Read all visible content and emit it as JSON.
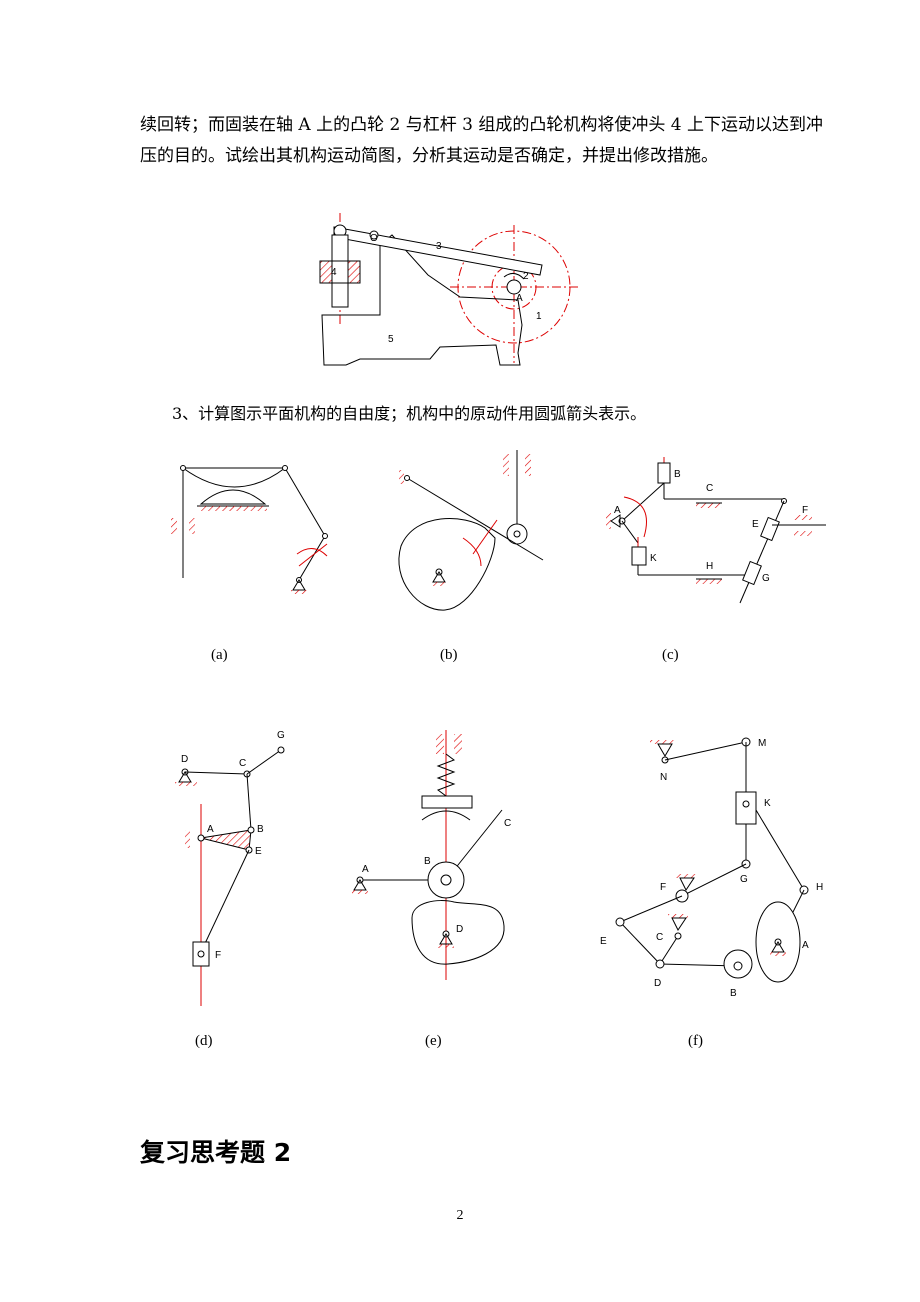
{
  "text": {
    "intro_line1": "续回转；而固装在轴 A 上的凸轮 2 与杠杆 3 组成的凸轮机构将使冲头 4 上下运动以达到冲",
    "intro_line2": "压的目的。试绘出其机构运动简图，分析其运动是否确定，并提出修改措施。",
    "question3": "3、计算图示平面机构的自由度；机构中的原动件用圆弧箭头表示。",
    "section_heading": "复习思考题 2",
    "page_number": "2"
  },
  "press_labels": {
    "shaft_o": "O",
    "lever": "3",
    "punch": "4",
    "base": "5",
    "cam": "2",
    "shaft_a": "A",
    "gear": "1"
  },
  "captions": {
    "a": "(a)",
    "b": "(b)",
    "c": "(c)",
    "d": "(d)",
    "e": "(e)",
    "f": "(f)"
  },
  "fig_c_labels": {
    "a": "A",
    "b": "B",
    "c": "C",
    "e": "E",
    "f": "F",
    "g": "G",
    "h": "H",
    "k": "K"
  },
  "fig_d_labels": {
    "a": "A",
    "b": "B",
    "c": "C",
    "d": "D",
    "e": "E",
    "f": "F",
    "g": "G"
  },
  "fig_e_labels": {
    "a": "A",
    "b": "B",
    "c": "C",
    "d": "D"
  },
  "fig_f_labels": {
    "a": "A",
    "b": "B",
    "c": "C",
    "d": "D",
    "e": "E",
    "f": "F",
    "g": "G",
    "h": "H",
    "k": "K",
    "m": "M",
    "n": "N"
  },
  "colors": {
    "ink": "#000000",
    "centerline": "#dd0000"
  }
}
